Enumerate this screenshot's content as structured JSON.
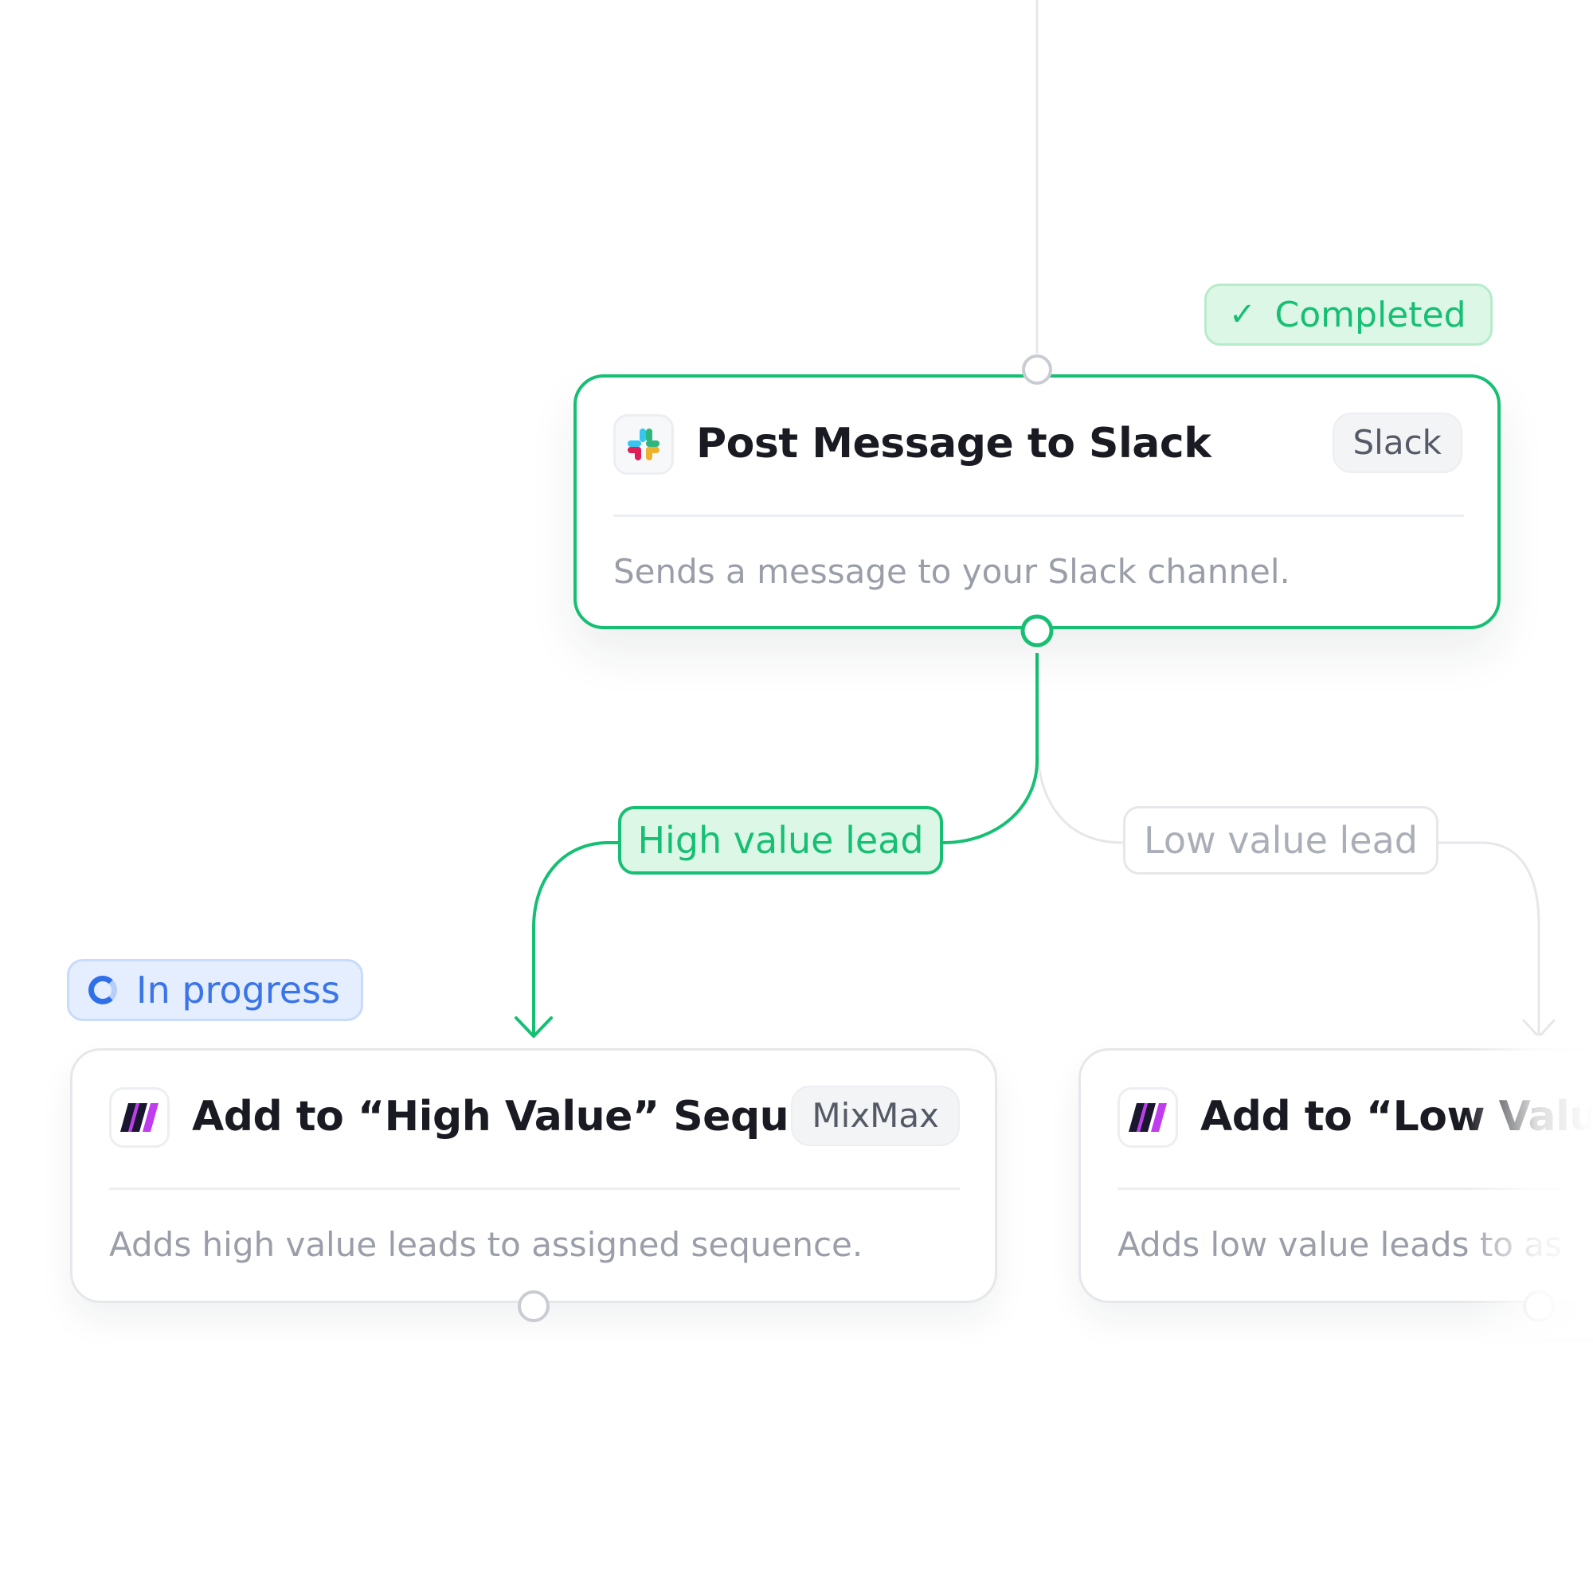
{
  "status": {
    "completed_label": "Completed",
    "in_progress_label": "In progress"
  },
  "nodes": [
    {
      "title": "Post Message to Slack",
      "tag": "Slack",
      "description": "Sends a message to your Slack channel.",
      "icon": "slack-icon",
      "state": "completed"
    },
    {
      "title": "Add to “High Value” Sequ...",
      "tag": "MixMax",
      "description": "Adds high value leads to assigned sequence.",
      "icon": "mixmax-icon",
      "state": "in-progress"
    },
    {
      "title": "Add to “Low Value”",
      "description": "Adds low value leads to as",
      "icon": "mixmax-icon",
      "state": "pending"
    }
  ],
  "branches": {
    "high_label": "High value lead",
    "low_label": "Low value lead"
  },
  "colors": {
    "success": "#16bf73",
    "success_bg": "#dcf7e6",
    "progress": "#3a74e8",
    "progress_bg": "#e4eefe",
    "inactive": "#e6e7ea",
    "title_text": "#1a1b22",
    "muted_text": "#9a9ea8",
    "mixmax_purple": "#c13bf0",
    "mixmax_dark": "#1b1630"
  }
}
